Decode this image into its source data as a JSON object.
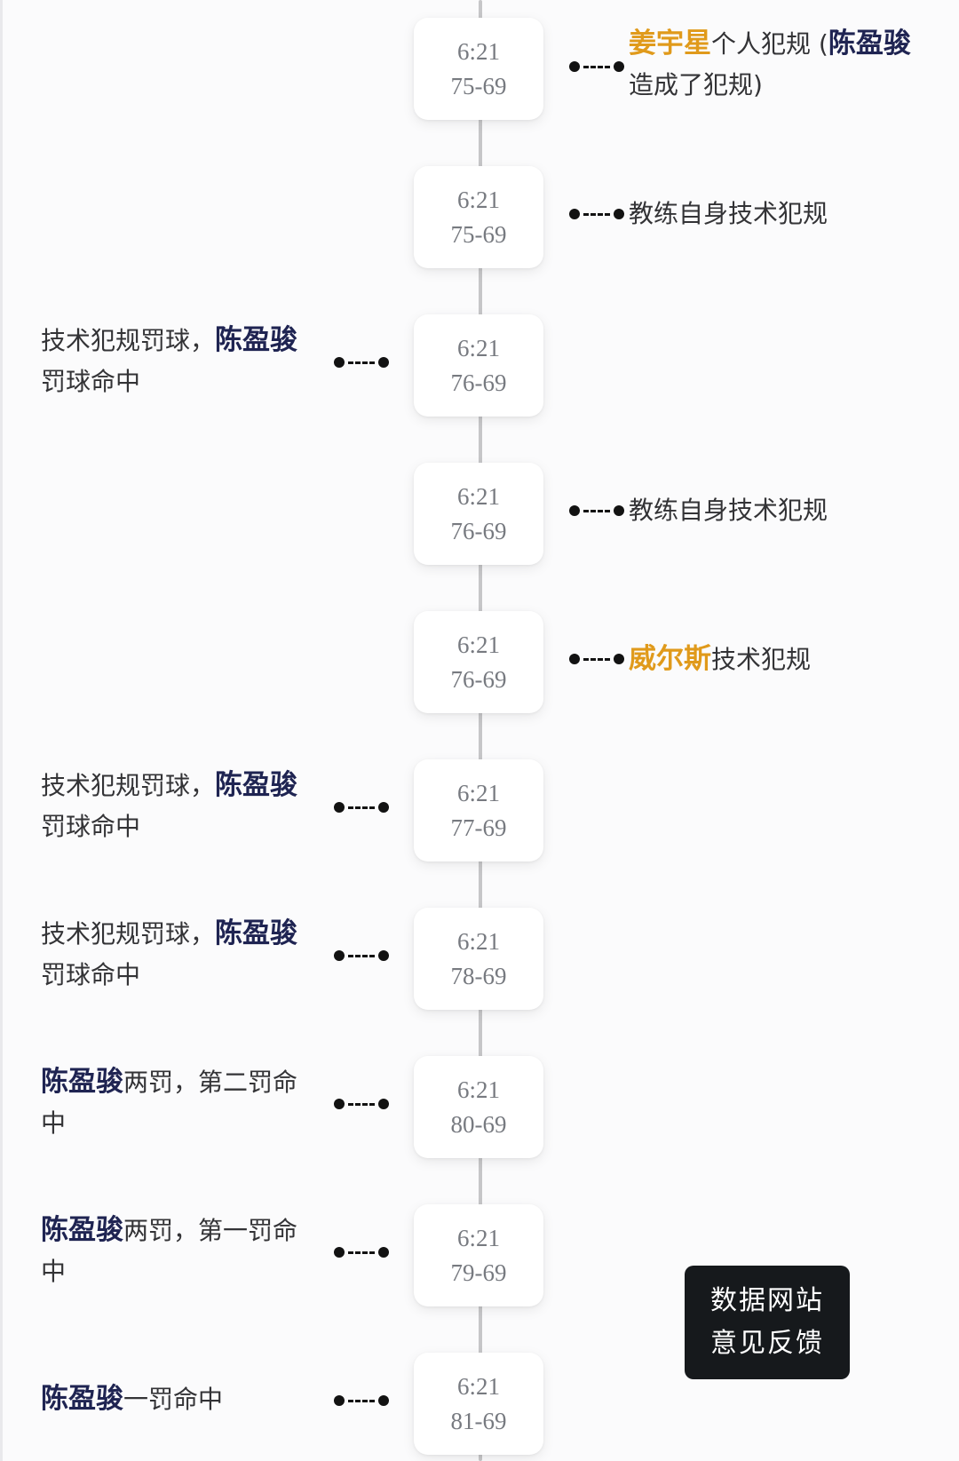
{
  "events": [
    {
      "time": "6:21",
      "score": "75-69",
      "desc": {
        "p1": "姜宇星",
        "t1": "个人犯规 (",
        "p2": "陈盈骏",
        "t2": "造成了犯规)"
      }
    },
    {
      "time": "6:21",
      "score": "75-69",
      "desc": {
        "t1": "教练自身技术犯规"
      }
    },
    {
      "time": "6:21",
      "score": "76-69",
      "desc": {
        "t1": "技术犯规罚球，",
        "p1": "陈盈骏",
        "t2": "罚球命中"
      }
    },
    {
      "time": "6:21",
      "score": "76-69",
      "desc": {
        "t1": "教练自身技术犯规"
      }
    },
    {
      "time": "6:21",
      "score": "76-69",
      "desc": {
        "p1": "威尔斯",
        "t1": "技术犯规"
      }
    },
    {
      "time": "6:21",
      "score": "77-69",
      "desc": {
        "t1": "技术犯规罚球，",
        "p1": "陈盈骏",
        "t2": "罚球命中"
      }
    },
    {
      "time": "6:21",
      "score": "78-69",
      "desc": {
        "t1": "技术犯规罚球，",
        "p1": "陈盈骏",
        "t2": "罚球命中"
      }
    },
    {
      "time": "6:21",
      "score": "80-69",
      "desc": {
        "p1": "陈盈骏",
        "t1": "两罚，第二罚命中"
      }
    },
    {
      "time": "6:21",
      "score": "79-69",
      "desc": {
        "p1": "陈盈骏",
        "t1": "两罚，第一罚命中"
      }
    },
    {
      "time": "6:21",
      "score": "81-69",
      "desc": {
        "p1": "陈盈骏",
        "t1": "一罚命中"
      }
    }
  ],
  "feedback": {
    "line1": "数据网站",
    "line2": "意见反馈"
  },
  "colors": {
    "home_player": "#1f2452",
    "away_player": "#e09a1b",
    "timeline": "#c6c6c8"
  }
}
